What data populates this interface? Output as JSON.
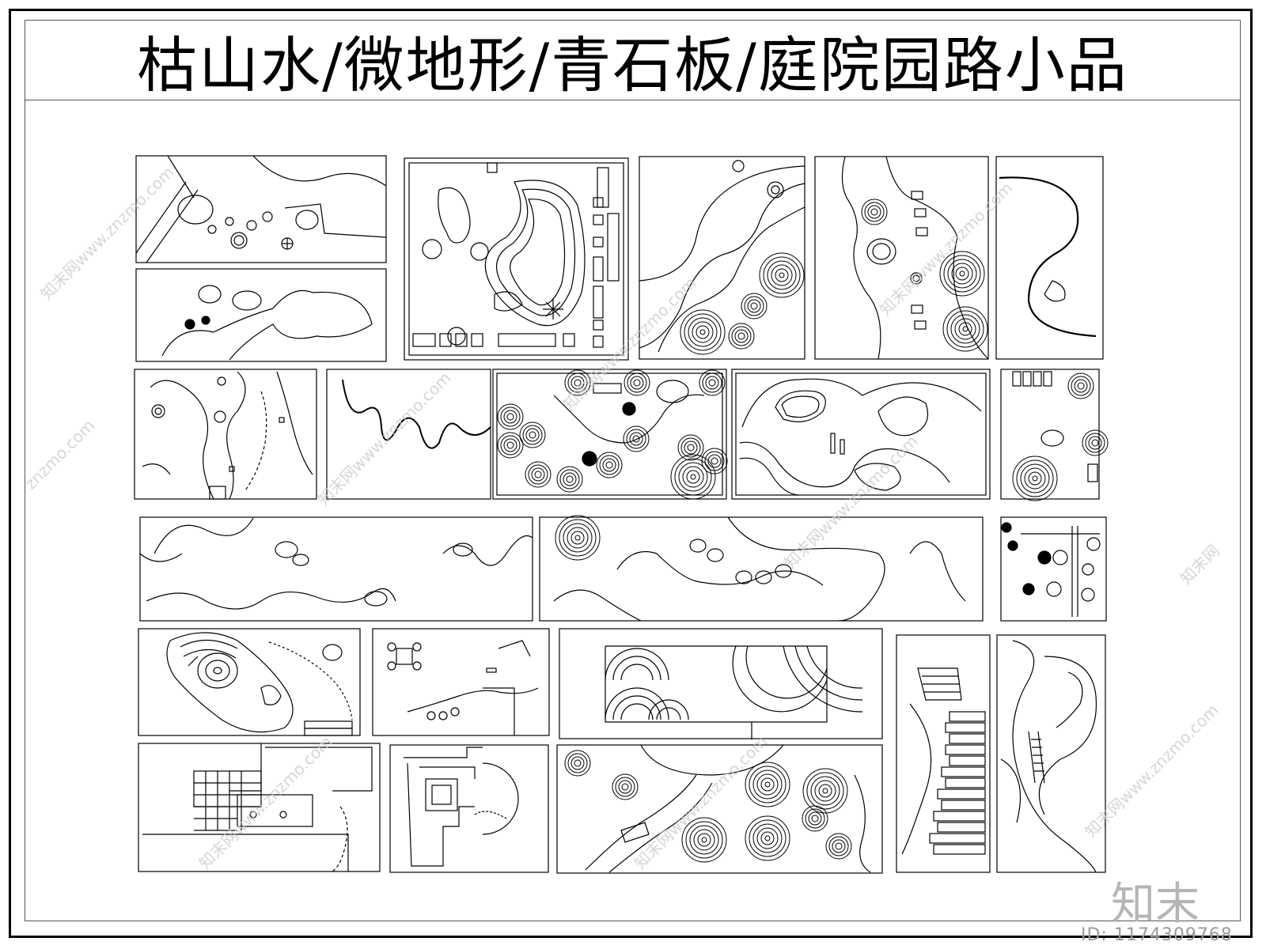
{
  "title": "枯山水/微地形/青石板/庭院园路小品",
  "watermark": {
    "logo": "知末",
    "id": "ID: 1174309768",
    "site": "www.znzmo.com",
    "brand": "知末网"
  },
  "colors": {
    "line": "#000000",
    "watermark": "#c8c8c8",
    "background": "#ffffff"
  }
}
